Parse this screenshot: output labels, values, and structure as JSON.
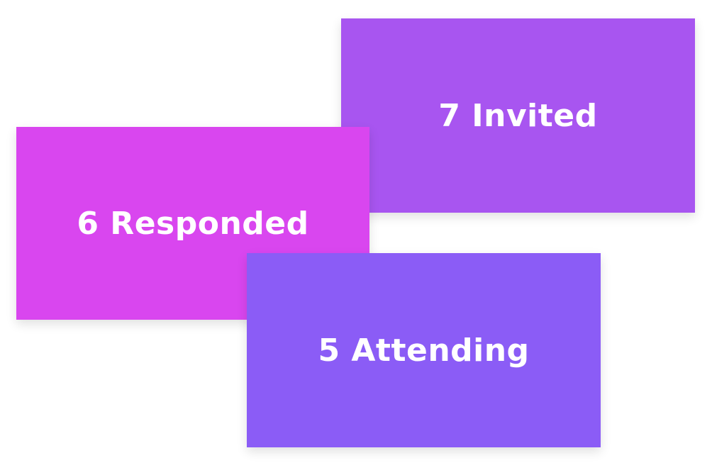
{
  "cards": {
    "invited": {
      "label": "7 Invited",
      "color": "#a855f0"
    },
    "responded": {
      "label": "6 Responded",
      "color": "#d946ef"
    },
    "attending": {
      "label": "5 Attending",
      "color": "#8b5cf6"
    }
  }
}
